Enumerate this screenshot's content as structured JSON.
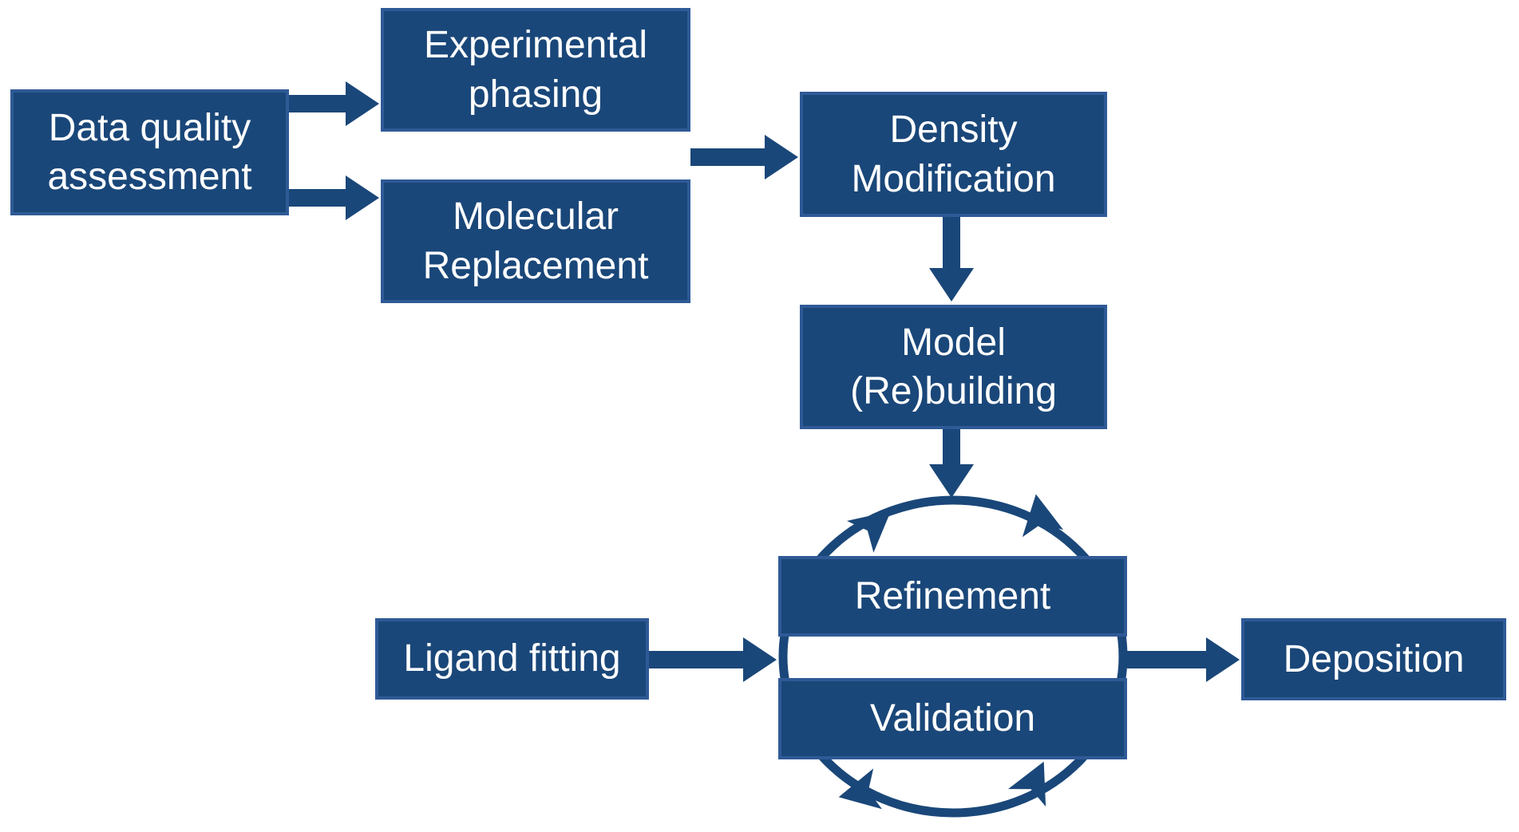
{
  "diagram_type": "flowchart",
  "colors": {
    "box_fill": "#1A4779",
    "box_border": "#2F5A96",
    "arrow": "#1A4779",
    "text": "#FFFFFF",
    "background": "#FFFFFF"
  },
  "nodes": [
    {
      "id": "data-quality-assessment",
      "label": "Data quality assessment"
    },
    {
      "id": "experimental-phasing",
      "label": "Experimental phasing"
    },
    {
      "id": "molecular-replacement",
      "label": "Molecular Replacement"
    },
    {
      "id": "density-modification",
      "label": "Density Modification"
    },
    {
      "id": "model-rebuilding",
      "label": "Model (Re)building"
    },
    {
      "id": "refinement",
      "label": "Refinement"
    },
    {
      "id": "validation",
      "label": "Validation"
    },
    {
      "id": "ligand-fitting",
      "label": "Ligand fitting"
    },
    {
      "id": "deposition",
      "label": "Deposition"
    }
  ],
  "edges": [
    {
      "from": "data-quality-assessment",
      "to": "experimental-phasing"
    },
    {
      "from": "data-quality-assessment",
      "to": "molecular-replacement"
    },
    {
      "from": "experimental-phasing / molecular-replacement",
      "to": "density-modification"
    },
    {
      "from": "density-modification",
      "to": "model-rebuilding"
    },
    {
      "from": "model-rebuilding",
      "to": "refinement-validation-cycle"
    },
    {
      "from": "ligand-fitting",
      "to": "refinement-validation-cycle"
    },
    {
      "from": "refinement-validation-cycle",
      "to": "deposition"
    }
  ],
  "cycle": {
    "members": [
      "Refinement",
      "Validation"
    ],
    "style": "circular-arrows-loop",
    "arrowhead_count": 4
  }
}
